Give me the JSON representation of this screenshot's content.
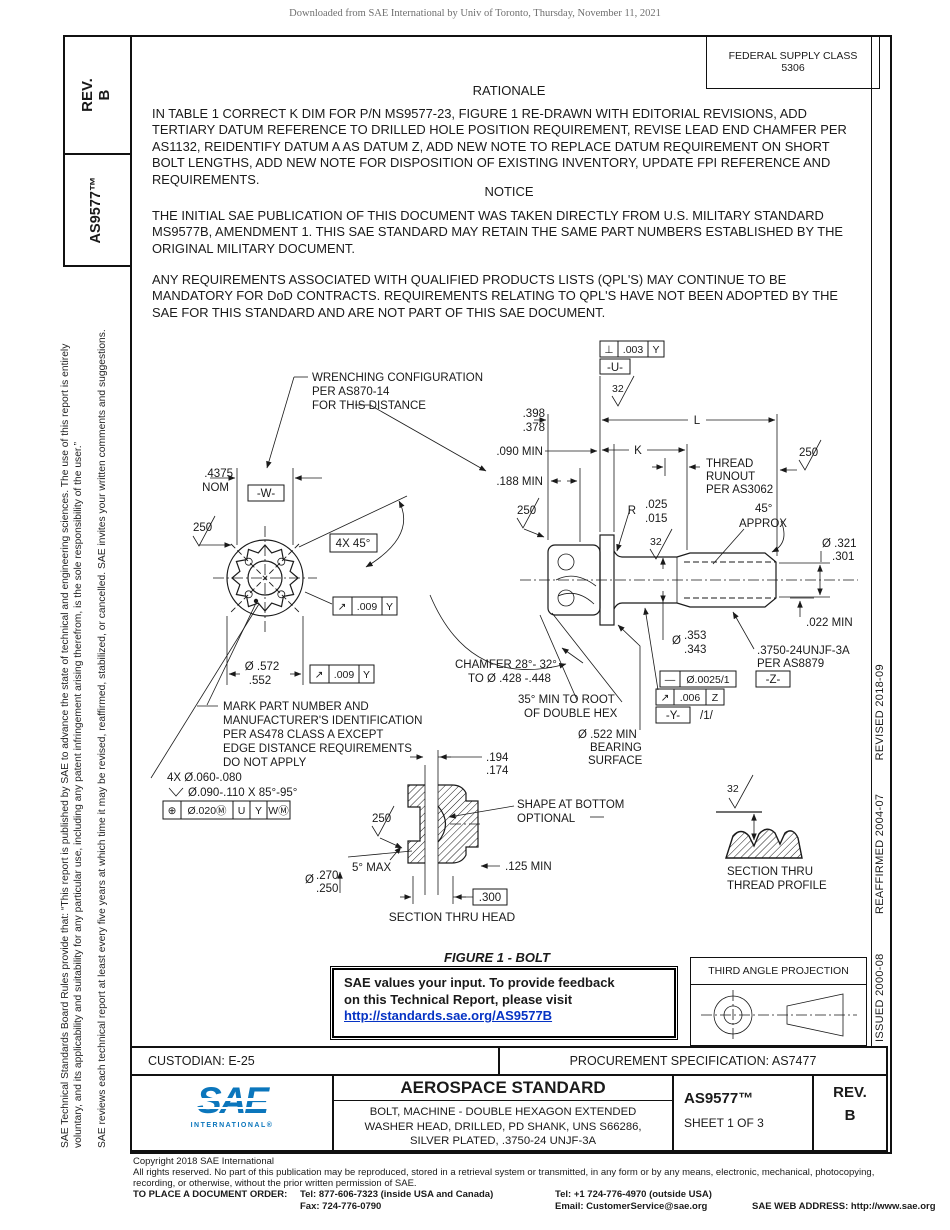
{
  "header": {
    "downloaded": "Downloaded from SAE International by Univ of Toronto, Thursday, November 11, 2021",
    "fsc1": "FEDERAL SUPPLY CLASS",
    "fsc2": "5306"
  },
  "sidebar_left": {
    "rev_line1": "REV.",
    "rev_line2": "B",
    "doc": "AS9577™",
    "s1": "SAE Technical Standards Board Rules provide that: “This report is published by SAE to advance the state of technical and engineering sciences. The use of this report is entirely",
    "s2": "voluntary, and its applicability and suitability for any particular use, including any patent infringement arising therefrom, is the sole responsibility of the user.”",
    "s3": "SAE reviews each technical report at least every five years at which time it may be revised, reaffirmed, stabilized, or cancelled. SAE invites your written comments and suggestions."
  },
  "strip": {
    "revised": "REVISED 2018-09",
    "reaffirmed": "REAFFIRMED 2004-07",
    "issued": "ISSUED 2000-08"
  },
  "rationale": {
    "title": "RATIONALE",
    "body": "IN TABLE 1 CORRECT K DIM FOR P/N MS9577-23, FIGURE 1 RE-DRAWN WITH EDITORIAL REVISIONS, ADD TERTIARY DATUM REFERENCE TO DRILLED HOLE POSITION REQUIREMENT, REVISE LEAD END CHAMFER PER AS1132, REIDENTIFY DATUM A AS DATUM Z, ADD NEW NOTE TO REPLACE DATUM REQUIREMENT ON SHORT BOLT LENGTHS, ADD NEW NOTE FOR DISPOSITION OF EXISTING INVENTORY, UPDATE FPI REFERENCE AND REQUIREMENTS."
  },
  "notice": {
    "title": "NOTICE",
    "p1": "THE INITIAL SAE PUBLICATION OF THIS DOCUMENT WAS TAKEN DIRECTLY FROM U.S. MILITARY STANDARD MS9577B, AMENDMENT 1. THIS SAE STANDARD MAY RETAIN THE SAME PART NUMBERS ESTABLISHED BY THE ORIGINAL MILITARY DOCUMENT.",
    "p2": "ANY REQUIREMENTS ASSOCIATED WITH QUALIFIED PRODUCTS LISTS (QPL'S) MAY CONTINUE TO BE MANDATORY FOR DoD CONTRACTS. REQUIREMENTS RELATING TO QPL'S HAVE NOT BEEN ADOPTED BY THE SAE FOR THIS STANDARD AND ARE NOT PART OF THIS SAE DOCUMENT."
  },
  "fig": {
    "caption": "FIGURE 1 - BOLT",
    "wrench1": "WRENCHING CONFIGURATION",
    "wrench2": "PER AS870-14",
    "wrench3": "FOR THIS DISTANCE",
    "dim_w_val": ".4375",
    "dim_w_nom": "NOM",
    "datum_w": "-W-",
    "fin250": "250",
    "fin32": "32",
    "note_4x45": "4X 45°",
    "fcf_runout9": {
      "sym": "↗",
      "val": ".009",
      "datum": "Y"
    },
    "dia572_1": "Ø .572",
    "dia572_2": ".552",
    "mark1": "MARK PART NUMBER AND",
    "mark2": "MANUFACTURER'S IDENTIFICATION",
    "mark3": "PER AS478 CLASS A EXCEPT",
    "mark4": "EDGE DISTANCE REQUIREMENTS",
    "mark5": "DO NOT APPLY",
    "hole1": "4X Ø.060-.080",
    "hole2": "Ø.090-.110 X 85°-95°",
    "fcf_pos": {
      "sym": "⊕",
      "c1": "Ø.020Ⓜ",
      "c2": "U",
      "c3": "Y",
      "c4": "WⓂ"
    },
    "fcf_perp": {
      "sym": "⊥",
      "val": ".003",
      "datum": "Y"
    },
    "datum_u": "-U-",
    "dim_L": "L",
    "dim_K": "K",
    "dim398_1": ".398",
    "dim398_2": ".378",
    "dim090": ".090 MIN",
    "dim188": ".188 MIN",
    "runout1": "THREAD",
    "runout2": "RUNOUT",
    "runout3": "PER AS3062",
    "approx1": "45°",
    "approx2": "APPROX",
    "rad_r": "R",
    "rad1": ".025",
    "rad2": ".015",
    "dia321_1": "Ø .321",
    "dia321_2": ".301",
    "dim022": ".022 MIN",
    "dia353_0": "Ø",
    "dia353_1": ".353",
    "dia353_2": ".343",
    "thread1": ".3750-24UNJF-3A",
    "thread2": "PER AS8879",
    "datum_z": "-Z-",
    "fcf_straight": {
      "sym": "—",
      "val": "Ø.0025/1"
    },
    "fcf_runout6": {
      "sym": "↗",
      "val": ".006",
      "datum": "Z"
    },
    "datum_y": "-Y-",
    "per_unit": "/1/",
    "chamfer1": "CHAMFER 28°- 32°",
    "chamfer2": "TO Ø .428 -.448",
    "hex1": "35° MIN TO ROOT",
    "hex2": "OF DOUBLE HEX",
    "bearing1": "Ø .522 MIN",
    "bearing2": "BEARING",
    "bearing3": "SURFACE",
    "dim194_1": ".194",
    "dim194_2": ".174",
    "deg5": "5° MAX",
    "dia270_0": "Ø",
    "dia270_1": ".270",
    "dia270_2": ".250",
    "dim125": ".125 MIN",
    "dim300": ".300",
    "shape1": "SHAPE AT BOTTOM",
    "shape2": "OPTIONAL",
    "sec_head": "SECTION THRU HEAD",
    "sec_thr1": "SECTION THRU",
    "sec_thr2": "THREAD PROFILE"
  },
  "feedback": {
    "l1": "SAE values your input. To provide feedback",
    "l2": "on this Technical Report, please visit",
    "link": "http://standards.sae.org/AS9577B"
  },
  "projection": {
    "title": "THIRD ANGLE PROJECTION"
  },
  "title_block": {
    "custodian": "CUSTODIAN: E-25",
    "procurement": "PROCUREMENT SPECIFICATION: AS7477",
    "standard_type": "AEROSPACE STANDARD",
    "t1": "BOLT, MACHINE - DOUBLE HEXAGON EXTENDED",
    "t2": "WASHER HEAD, DRILLED, PD SHANK, UNS S66286,",
    "t3": "SILVER PLATED, .3750-24 UNJF-3A",
    "doc": "AS9577™",
    "sheet": "SHEET 1 OF 3",
    "rev_label": "REV.",
    "rev_value": "B",
    "logo_text": "SAE",
    "logo_sub": "INTERNATIONAL®"
  },
  "footer": {
    "c1": "Copyright 2018 SAE International",
    "c2": "All rights reserved. No part of this publication may be reproduced, stored in a retrieval system or transmitted, in any form or by any means, electronic, mechanical, photocopying,",
    "c3": "recording, or otherwise, without the prior written permission of SAE.",
    "order": "TO PLACE A DOCUMENT ORDER:",
    "tel1": "Tel: 877-606-7323 (inside USA and Canada)",
    "fax": "Fax: 724-776-0790",
    "tel2": "Tel: +1 724-776-4970 (outside USA)",
    "email": "Email: CustomerService@sae.org",
    "web": "SAE WEB ADDRESS: http://www.sae.org"
  },
  "colors": {
    "sae_blue": "#0b76bc",
    "link_blue": "#0633c4",
    "line": "#1a1a1a"
  }
}
